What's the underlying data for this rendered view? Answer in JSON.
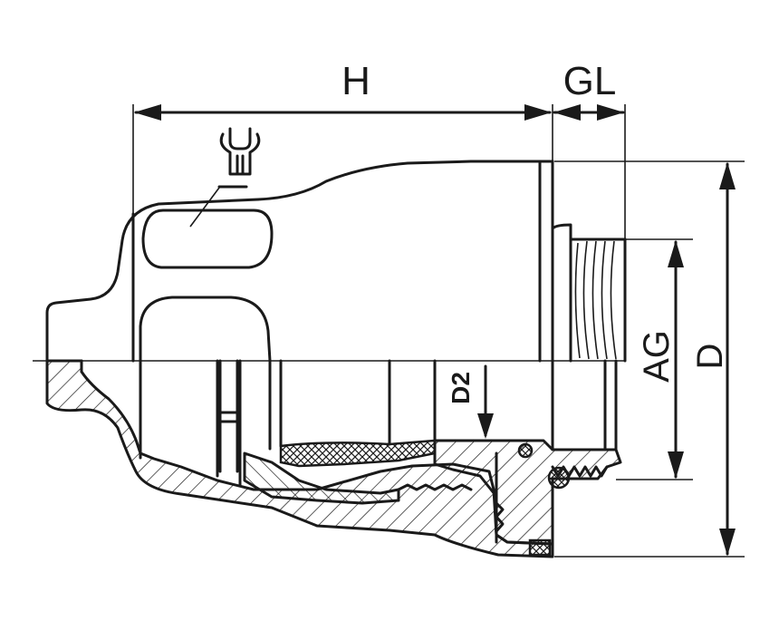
{
  "labels": {
    "height": "H",
    "gland_length": "GL",
    "thread": "AG",
    "diameter": "D",
    "inner_diameter": "D2"
  },
  "colors": {
    "line": "#1a1a1a",
    "background": "#ffffff"
  },
  "icons": [
    "wrench-icon"
  ]
}
